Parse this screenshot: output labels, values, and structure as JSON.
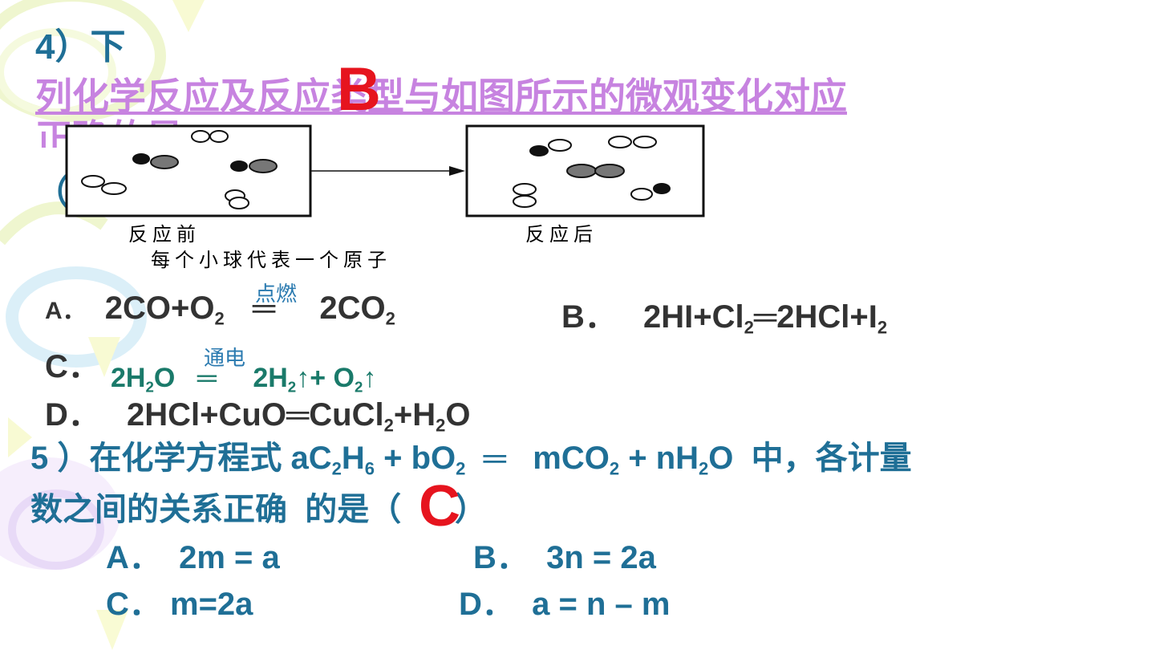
{
  "q4": {
    "number": "4）下",
    "text_line1": "列化学反应及反应类型与如图所示的微观变化对应",
    "text_line2": "正确的是",
    "paren": "（",
    "answer": "B",
    "diagram": {
      "label_before": "反应前",
      "label_after": "反应后",
      "caption": "每个小球代表一个原子"
    },
    "options": {
      "a_label": "A．",
      "a_left": "2CO+O",
      "a_sub1": "2",
      "a_cond": "点燃",
      "a_eq": "═",
      "a_right": "2CO",
      "a_sub2": "2",
      "b_label": "B．",
      "b_p1": "2HI+Cl",
      "b_s1": "2",
      "b_p2": "═2HCl+I",
      "b_s2": "2",
      "c_label": "C．",
      "c_p1": "2H",
      "c_s1": "2",
      "c_p2": "O",
      "c_cond": "通电",
      "c_eq": "═",
      "c_p3": "2H",
      "c_s2": "2",
      "c_p4": "↑+ O",
      "c_s3": "2",
      "c_p5": "↑",
      "d_label": "D．",
      "d_p1": "2HCl+CuO═CuCl",
      "d_s1": "2",
      "d_p2": "+H",
      "d_s2": "2",
      "d_p3": "O"
    }
  },
  "q5": {
    "l1_p1": "5 ）在化学方程式 aC",
    "l1_s1": "2",
    "l1_p2": "H",
    "l1_s2": "6",
    "l1_p3": " + bO",
    "l1_s3": "2",
    "l1_p4": "  ═   mCO",
    "l1_s4": "2",
    "l1_p5": " + nH",
    "l1_s5": "2",
    "l1_p6": "O  中，各计量",
    "line2": "数之间的关系正确  的是（      ）",
    "answer": "C",
    "opt_a": "A．  2m = a",
    "opt_b": "B．  3n = 2a",
    "opt_c": "C． m=2a",
    "opt_d": "D．  a = n – m"
  },
  "colors": {
    "blue": "#1f6f96",
    "red": "#e6141e",
    "violet": "#c783e0",
    "teal": "#1a7a6a"
  }
}
